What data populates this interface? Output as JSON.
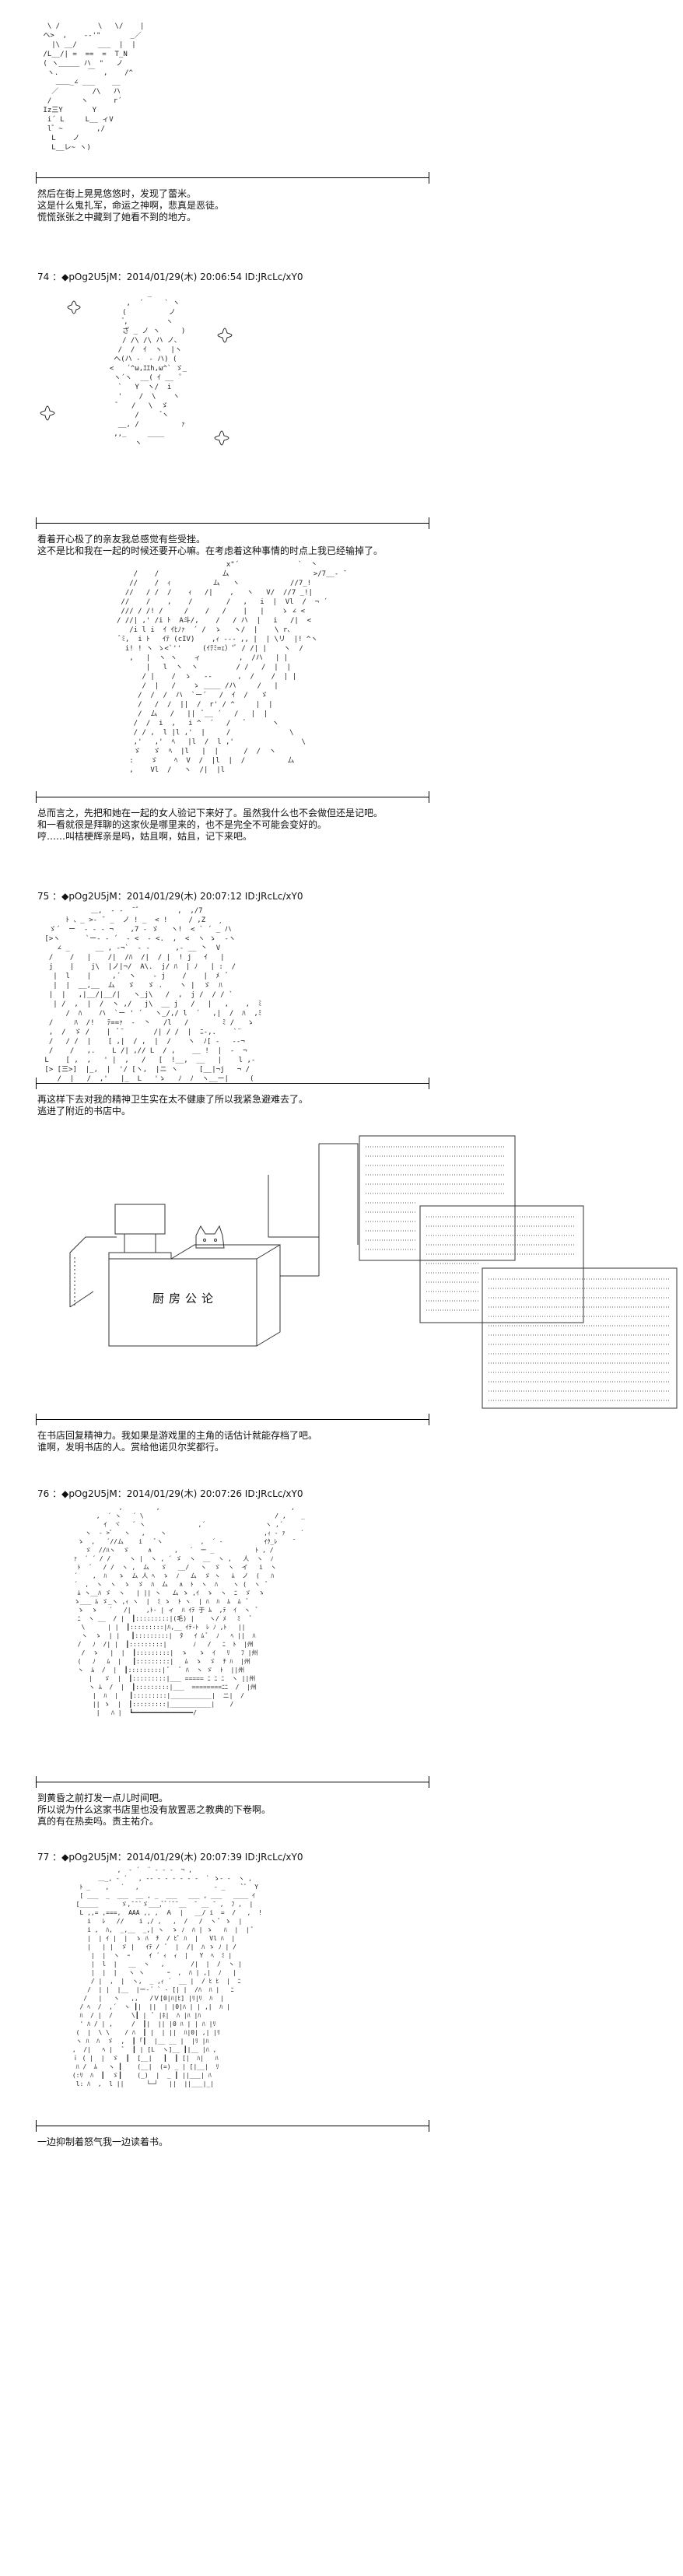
{
  "sections": [
    {
      "header": "",
      "caption": [
        "然后在街上晃晃悠悠时，发现了蕾米。",
        "这是什么鬼扎军，命运之神啊，悲真是恶徒。",
        "慌慌张张之中藏到了她看不到的地方。"
      ]
    },
    {
      "header": "74 ：◆pOg2U5jM：2014/01/29(木) 20:06:54 ID:JRcLc/xY0",
      "caption": [
        "看着开心极了的亲友我总感觉有些受挫。",
        "这不是比和我在一起的时候还要开心嘛。在考虑着这种事情的时点上我已经输掉了。"
      ]
    },
    {
      "header": "",
      "caption": [
        "总而言之，先把和她在一起的女人验记下来好了。虽然我什么也不会做但还是记吧。",
        "和一看就很是拜聊的这家伙是哪里来的，也不是完全不可能会变好的。",
        "哼……叫桔梗辉亲是吗，姑且啊，姑且，记下来吧。"
      ]
    },
    {
      "header": "75 ：◆pOg2U5jM：2014/01/29(木) 20:07:12 ID:JRcLc/xY0",
      "caption": [
        "再这样下去对我的精神卫生实在太不健康了所以我紧急避难去了。",
        "逃进了附近的书店中。"
      ]
    },
    {
      "header": "",
      "sign": "厨房公论",
      "caption": [
        "在书店回复精神力。我如果是游戏里的主角的话估计就能存档了吧。",
        "谁啊，发明书店的人。赏给他诺贝尔奖都行。"
      ]
    },
    {
      "header": "76 ：◆pOg2U5jM：2014/01/29(木) 20:07:26 ID:JRcLc/xY0",
      "caption": [
        "到黄昏之前打发一点儿时间吧。",
        "所以说为什么这家书店里也没有放置恶之教典的下卷啊。",
        "真的有在热卖吗。责主祐介。"
      ]
    },
    {
      "header": "77 ：◆pOg2U5jM：2014/01/29(木) 20:07:39 ID:JRcLc/xY0",
      "caption": [
        "一边抑制着怒气我一边读着书。"
      ]
    }
  ]
}
